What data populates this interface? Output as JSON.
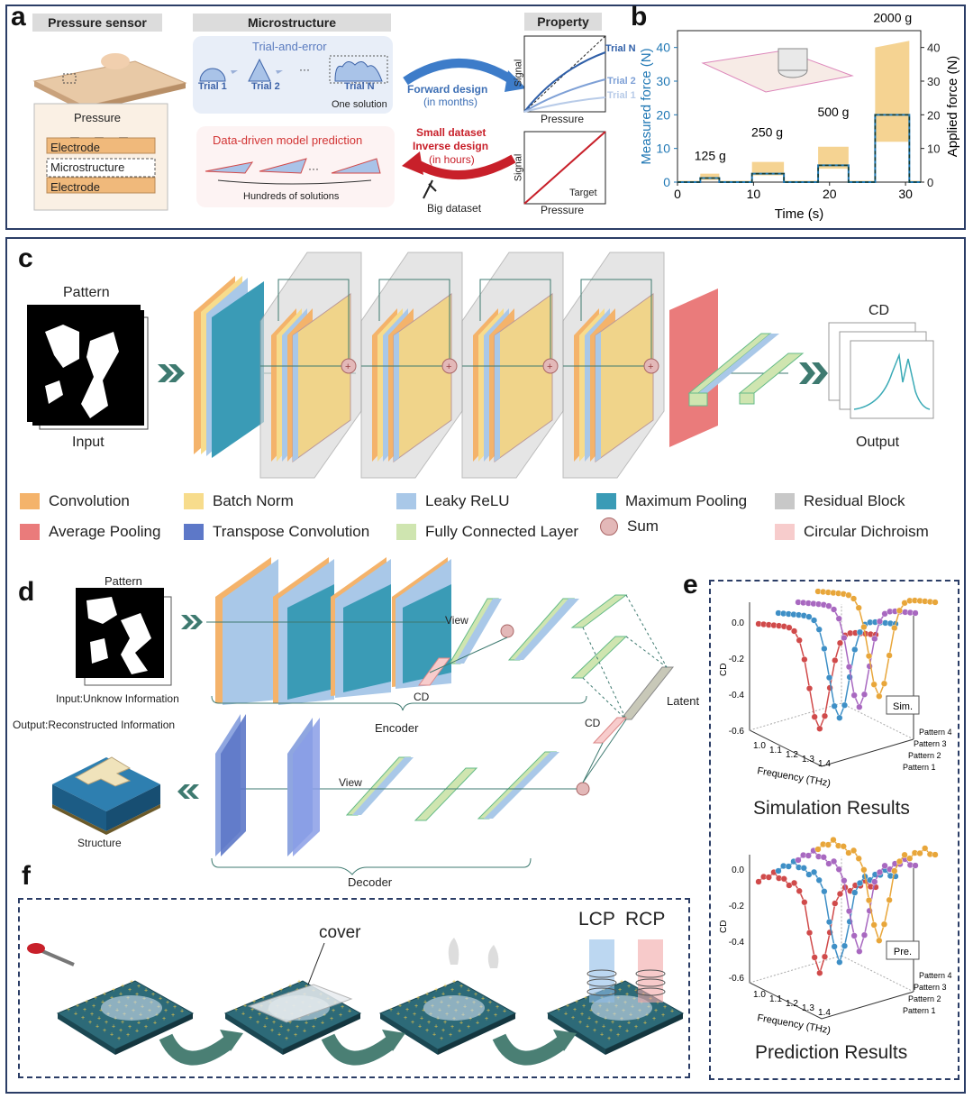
{
  "panel_labels": {
    "a": "a",
    "b": "b",
    "c": "c",
    "d": "d",
    "e": "e",
    "f": "f"
  },
  "panel_a": {
    "pressure_sensor": "Pressure sensor",
    "microstructure": "Microstructure",
    "property": "Property",
    "pressure": "Pressure",
    "electrode_top": "Electrode",
    "microstructure_layer": "Microstructure",
    "electrode_bottom": "Electrode",
    "trial_and_error": "Trial-and-error",
    "trial1": "Trial 1",
    "trial2": "Trial 2",
    "ellipsis": "···",
    "trialN": "Trial N",
    "one_solution": "One solution",
    "forward_design": "Forward design",
    "in_months": "(in months)",
    "data_driven": "Data-driven model prediction",
    "hundreds": "Hundreds of solutions",
    "small_dataset": "Small dataset",
    "inverse_design": "Inverse design",
    "in_hours": "(in hours)",
    "big_dataset": "Big dataset",
    "signal": "Signal",
    "x_pressure": "Pressure",
    "legend_trialN": "Trial N",
    "legend_trial2": "Trial 2",
    "legend_trial1": "Trial 1",
    "target": "Target"
  },
  "panel_b": {
    "ylabel_left": "Measured force (N)",
    "ylabel_right": "Applied force (N)",
    "xlabel": "Time (s)",
    "annotations": [
      "125 g",
      "250 g",
      "500 g",
      "2000 g"
    ],
    "xticks": [
      "0",
      "10",
      "20",
      "30"
    ],
    "yticks_left": [
      "0",
      "10",
      "20",
      "30",
      "40"
    ],
    "yticks_right": [
      "0",
      "10",
      "20",
      "30",
      "40"
    ],
    "colors": {
      "measured": "#1f77b4",
      "applied": "#1a3d2e",
      "band": "#f2c46d"
    }
  },
  "panel_c": {
    "pattern": "Pattern",
    "input": "Input",
    "cd": "CD",
    "output": "Output"
  },
  "legend": [
    {
      "label": "Convolution",
      "color": "#f4b36b"
    },
    {
      "label": "Batch Norm",
      "color": "#f7dc8c"
    },
    {
      "label": "Leaky ReLU",
      "color": "#a9c8e8"
    },
    {
      "label": "Maximum Pooling",
      "color": "#3a9bb6"
    },
    {
      "label": "Residual Block",
      "color": "#c8c8c8"
    },
    {
      "label": "Average Pooling",
      "color": "#ea7b7b"
    },
    {
      "label": "Transpose Convolution",
      "color": "#5d78c8"
    },
    {
      "label": "Fully Connected Layer",
      "color": "#cfe5b0"
    },
    {
      "label": "Sum",
      "color": "#e3b8b8"
    },
    {
      "label": "Circular Dichroism",
      "color": "#f7cccc"
    }
  ],
  "panel_d": {
    "pattern": "Pattern",
    "input_unknown": "Input:Unknow Information",
    "output_reconstructed": "Output:Reconstructed Information",
    "structure": "Structure",
    "view_top": "View",
    "cd_top": "CD",
    "encoder": "Encoder",
    "latent": "Latent",
    "cd_mid": "CD",
    "view_bottom": "View",
    "decoder": "Decoder"
  },
  "panel_e": {
    "sim_title": "Simulation Results",
    "pred_title": "Prediction Results",
    "sim_tag": "Sim.",
    "pred_tag": "Pre.",
    "ylabel": "CD",
    "xlabel": "Frequency (THz)",
    "xticks": [
      "1.0",
      "1.1",
      "1.2",
      "1.3",
      "1.4"
    ],
    "yticks": [
      "0.0",
      "-0.2",
      "-0.4",
      "-0.6"
    ],
    "patterns": [
      "Pattern 4",
      "Pattern 3",
      "Pattern 2",
      "Pattern 1"
    ],
    "colors": [
      "#e8a63a",
      "#a868c0",
      "#3e8fc6",
      "#d04a4a"
    ]
  },
  "panel_f": {
    "cover": "cover",
    "lcp": "LCP",
    "rcp": "RCP"
  }
}
